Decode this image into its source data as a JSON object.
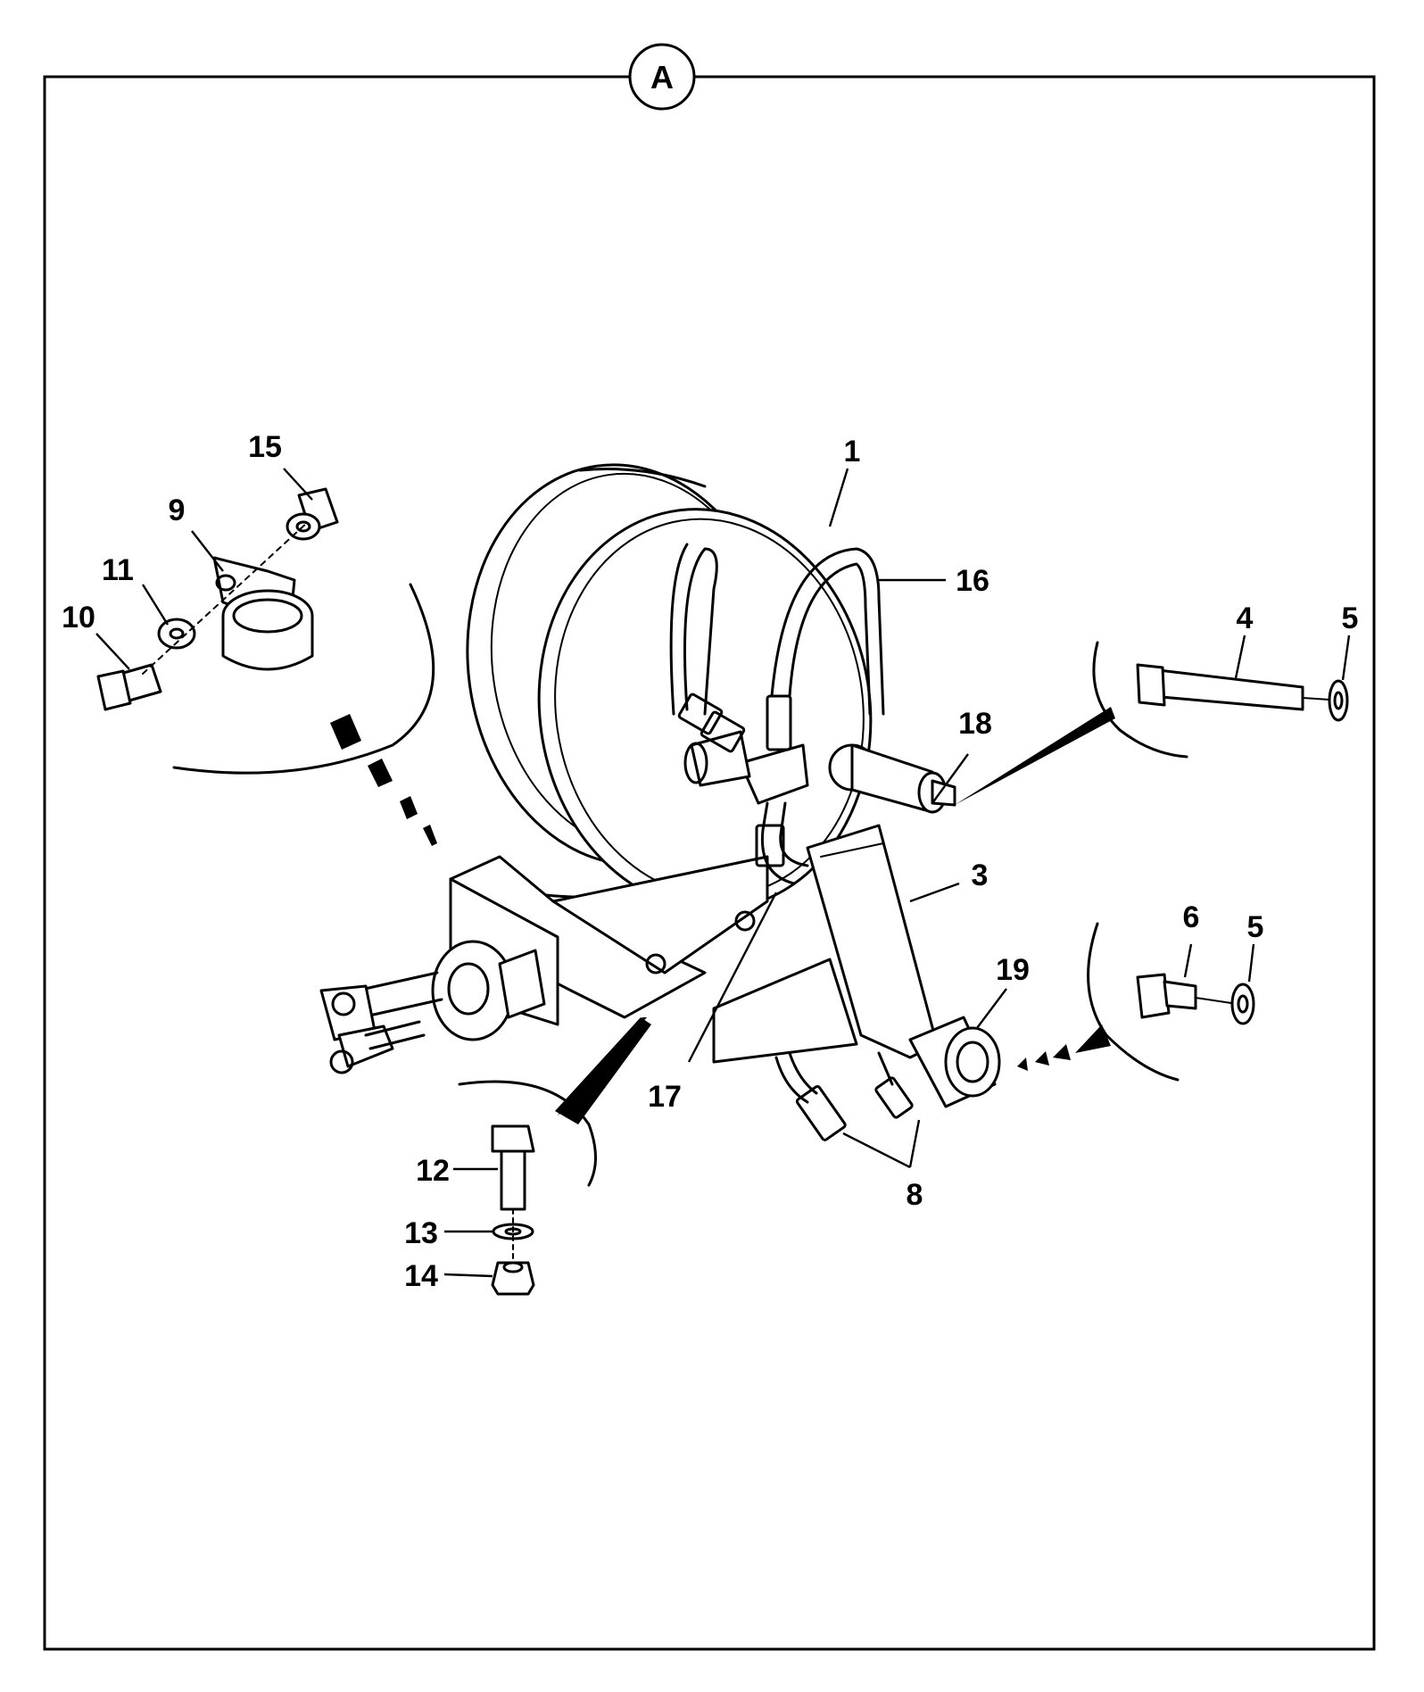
{
  "view": {
    "label": "A"
  },
  "callouts": [
    {
      "id": "1",
      "text": "1"
    },
    {
      "id": "3",
      "text": "3"
    },
    {
      "id": "4",
      "text": "4"
    },
    {
      "id": "5a",
      "text": "5"
    },
    {
      "id": "5b",
      "text": "5"
    },
    {
      "id": "6",
      "text": "6"
    },
    {
      "id": "8",
      "text": "8"
    },
    {
      "id": "9",
      "text": "9"
    },
    {
      "id": "10",
      "text": "10"
    },
    {
      "id": "11",
      "text": "11"
    },
    {
      "id": "12",
      "text": "12"
    },
    {
      "id": "13",
      "text": "13"
    },
    {
      "id": "14",
      "text": "14"
    },
    {
      "id": "15",
      "text": "15"
    },
    {
      "id": "16",
      "text": "16"
    },
    {
      "id": "17",
      "text": "17"
    },
    {
      "id": "18",
      "text": "18"
    },
    {
      "id": "19",
      "text": "19"
    }
  ],
  "colors": {
    "line": "#000000",
    "background": "#ffffff"
  }
}
